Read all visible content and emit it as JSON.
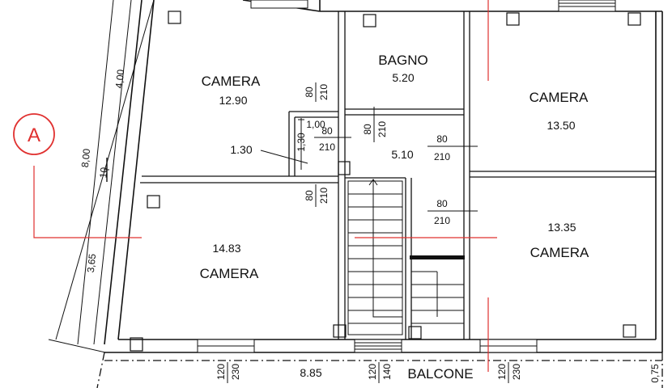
{
  "rooms": {
    "camera_top_left": {
      "label": "CAMERA",
      "area": "12.90"
    },
    "bagno": {
      "label": "BAGNO",
      "area": "5.20"
    },
    "camera_top_right": {
      "label": "CAMERA",
      "area": "13.50"
    },
    "ripostiglio": {
      "area": "1.30"
    },
    "disimpegno": {
      "area": "5.10"
    },
    "camera_bottom_left": {
      "label": "CAMERA",
      "area": "14.83"
    },
    "camera_bottom_right": {
      "label": "CAMERA",
      "area": "13.35"
    },
    "balcone": {
      "label": "BALCONE",
      "length": "8.85"
    }
  },
  "section_marker": "A",
  "doors": {
    "bagno_w": "80",
    "bagno_h": "210",
    "camera_tl_w": "80",
    "camera_tl_h": "210",
    "rip_w": "80",
    "rip_h": "210",
    "rip_dim_w": "1,00",
    "rip_dim_h": "1,30",
    "camera_bl_w": "80",
    "camera_bl_h": "210",
    "camera_tr_w": "80",
    "camera_tr_h": "210",
    "camera_br_w": "80",
    "camera_br_h": "210"
  },
  "windows": {
    "w1_w": "120",
    "w1_h": "230",
    "w2_w": "120",
    "w2_h": "140",
    "w3_w": "120",
    "w3_h": "230"
  },
  "dimensions": {
    "total": "8,00",
    "upper": "4,00",
    "wall": "10",
    "lower": "3,65",
    "balcony_depth": "0,75"
  }
}
